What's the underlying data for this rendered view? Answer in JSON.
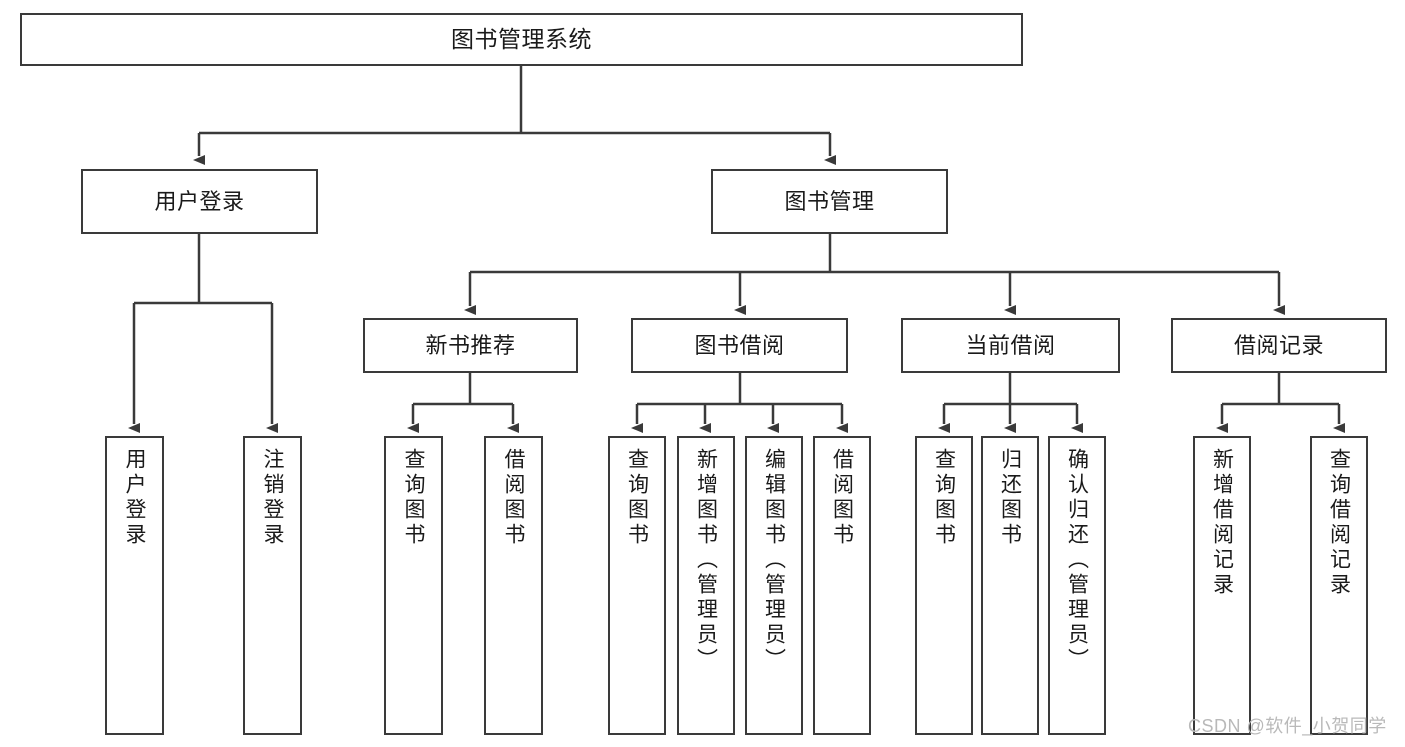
{
  "diagram": {
    "title": "图书管理系统",
    "type": "tree",
    "root": {
      "id": "root",
      "label": "图书管理系统",
      "orientation": "horizontal"
    },
    "level2": [
      {
        "id": "user-login",
        "label": "用户登录",
        "orientation": "horizontal"
      },
      {
        "id": "book-manage",
        "label": "图书管理",
        "orientation": "horizontal"
      }
    ],
    "level3": [
      {
        "id": "new-book-recommend",
        "label": "新书推荐",
        "orientation": "horizontal",
        "parent": "book-manage"
      },
      {
        "id": "book-borrow",
        "label": "图书借阅",
        "orientation": "horizontal",
        "parent": "book-manage"
      },
      {
        "id": "current-borrow",
        "label": "当前借阅",
        "orientation": "horizontal",
        "parent": "book-manage"
      },
      {
        "id": "borrow-record",
        "label": "借阅记录",
        "orientation": "horizontal",
        "parent": "book-manage"
      }
    ],
    "leaves": [
      {
        "id": "leaf-user-login",
        "label": "用户登录",
        "parent": "user-login",
        "orientation": "vertical"
      },
      {
        "id": "leaf-user-logout",
        "label": "注销登录",
        "parent": "user-login",
        "orientation": "vertical"
      },
      {
        "id": "leaf-recommend-query",
        "label": "查询图书",
        "parent": "new-book-recommend",
        "orientation": "vertical"
      },
      {
        "id": "leaf-recommend-borrow",
        "label": "借阅图书",
        "parent": "new-book-recommend",
        "orientation": "vertical"
      },
      {
        "id": "leaf-borrow-query",
        "label": "查询图书",
        "parent": "book-borrow",
        "orientation": "vertical"
      },
      {
        "id": "leaf-borrow-add",
        "label": "新增图书（管理员）",
        "parent": "book-borrow",
        "orientation": "vertical"
      },
      {
        "id": "leaf-borrow-edit",
        "label": "编辑图书（管理员）",
        "parent": "book-borrow",
        "orientation": "vertical"
      },
      {
        "id": "leaf-borrow-borrow",
        "label": "借阅图书",
        "parent": "book-borrow",
        "orientation": "vertical"
      },
      {
        "id": "leaf-current-query",
        "label": "查询图书",
        "parent": "current-borrow",
        "orientation": "vertical"
      },
      {
        "id": "leaf-current-return",
        "label": "归还图书",
        "parent": "current-borrow",
        "orientation": "vertical"
      },
      {
        "id": "leaf-current-confirm",
        "label": "确认归还（管理员）",
        "parent": "current-borrow",
        "orientation": "vertical"
      },
      {
        "id": "leaf-record-add",
        "label": "新增借阅记录",
        "parent": "borrow-record",
        "orientation": "vertical"
      },
      {
        "id": "leaf-record-query",
        "label": "查询借阅记录",
        "parent": "borrow-record",
        "orientation": "vertical"
      }
    ],
    "colors": {
      "box_border": "#3a3a3a",
      "box_fill": "#ffffff",
      "connector": "#3a3a3a",
      "text": "#1a1a1a",
      "watermark": "#b9b9b9",
      "background": "#ffffff"
    }
  },
  "watermark": {
    "text": "CSDN @软件_小贺同学"
  }
}
